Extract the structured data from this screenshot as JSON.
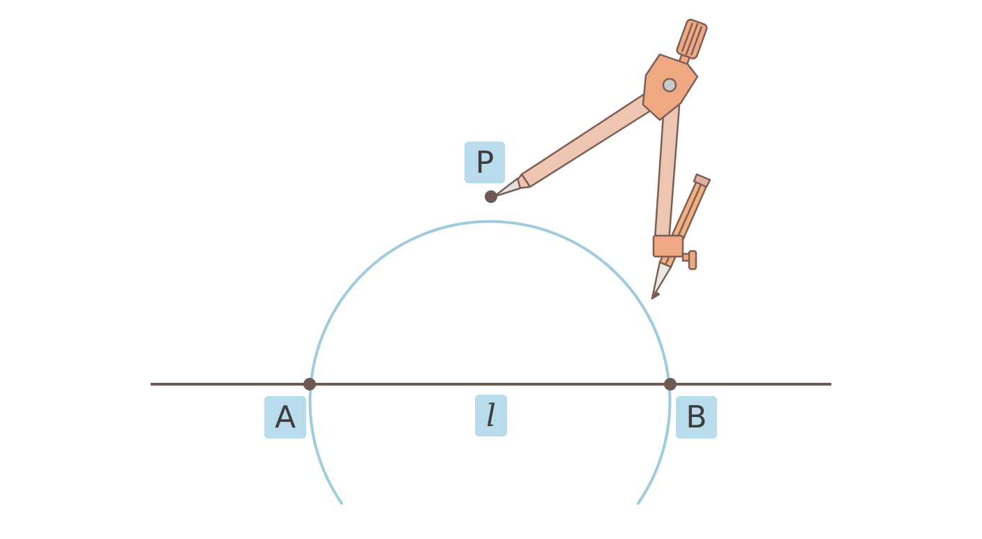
{
  "colors": {
    "background": "#ffffff",
    "line": "#6e5a53",
    "arc": "#9ecbe0",
    "label_bg": "#b9dcec",
    "label_text": "#3d3d3d",
    "compass_fill": "#f0a882",
    "compass_leg": "#eec5b0",
    "compass_outline": "#7b5e55",
    "pencil_fill": "#f2b07f",
    "pivot_hole": "#c9c9c9"
  },
  "labels": {
    "point_p": "P",
    "point_a": "A",
    "point_b": "B",
    "line_l": "l"
  },
  "icons": [
    "drawing-compass-icon",
    "pencil-icon"
  ]
}
